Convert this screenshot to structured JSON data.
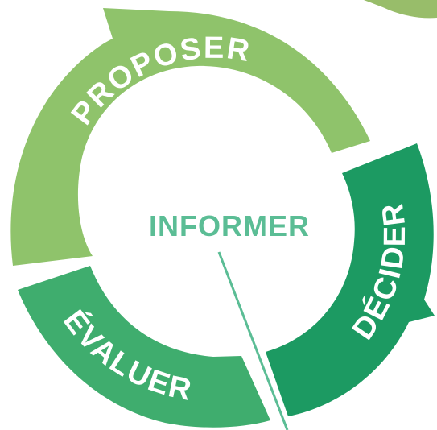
{
  "cycle": {
    "center_label": "INFORMER",
    "segments": [
      {
        "label": "PROPOSER"
      },
      {
        "label": "DÉCIDER"
      },
      {
        "label": "ÉVALUER"
      }
    ]
  },
  "colors": {
    "proposer": "#8fc36b",
    "decider": "#1c9a62",
    "evaluer": "#3fad6e",
    "center_text": "#5bbd95",
    "pointer_line": "#5bbd95",
    "corner_leaf": "#98bd6a"
  }
}
